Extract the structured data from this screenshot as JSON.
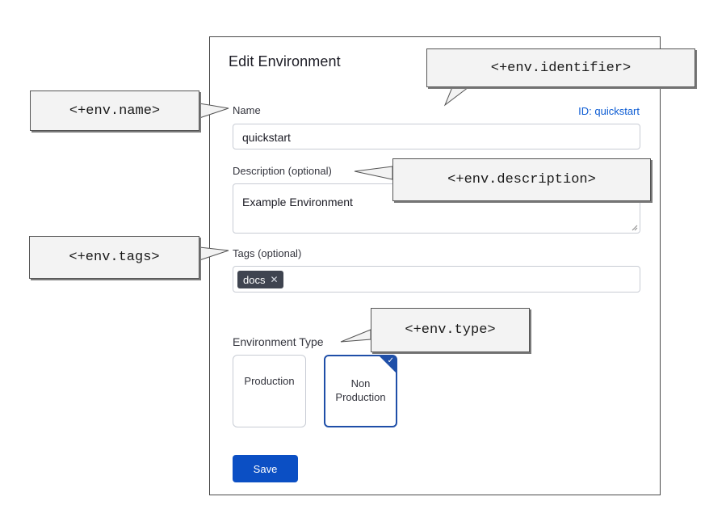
{
  "form": {
    "title": "Edit Environment",
    "name_label": "Name",
    "id_prefix": "ID:",
    "id_value": "quickstart",
    "name_value": "quickstart",
    "description_label": "Description (optional)",
    "description_value": "Example Environment",
    "tags_label": "Tags (optional)",
    "tags": [
      {
        "label": "docs",
        "remove": "✕"
      }
    ],
    "env_type_label": "Environment Type",
    "env_types": [
      {
        "label": "Production",
        "selected": false
      },
      {
        "label": "Non Production",
        "selected": true
      }
    ],
    "check_glyph": "✓",
    "save_label": "Save"
  },
  "callouts": {
    "identifier": "<+env.identifier>",
    "name": "<+env.name>",
    "description": "<+env.description>",
    "tags": "<+env.tags>",
    "type": "<+env.type>"
  },
  "colors": {
    "primary": "#0b4fc4",
    "selected_border": "#1f4fa8",
    "link": "#0b5bd3",
    "tag_bg": "#3f4450"
  }
}
